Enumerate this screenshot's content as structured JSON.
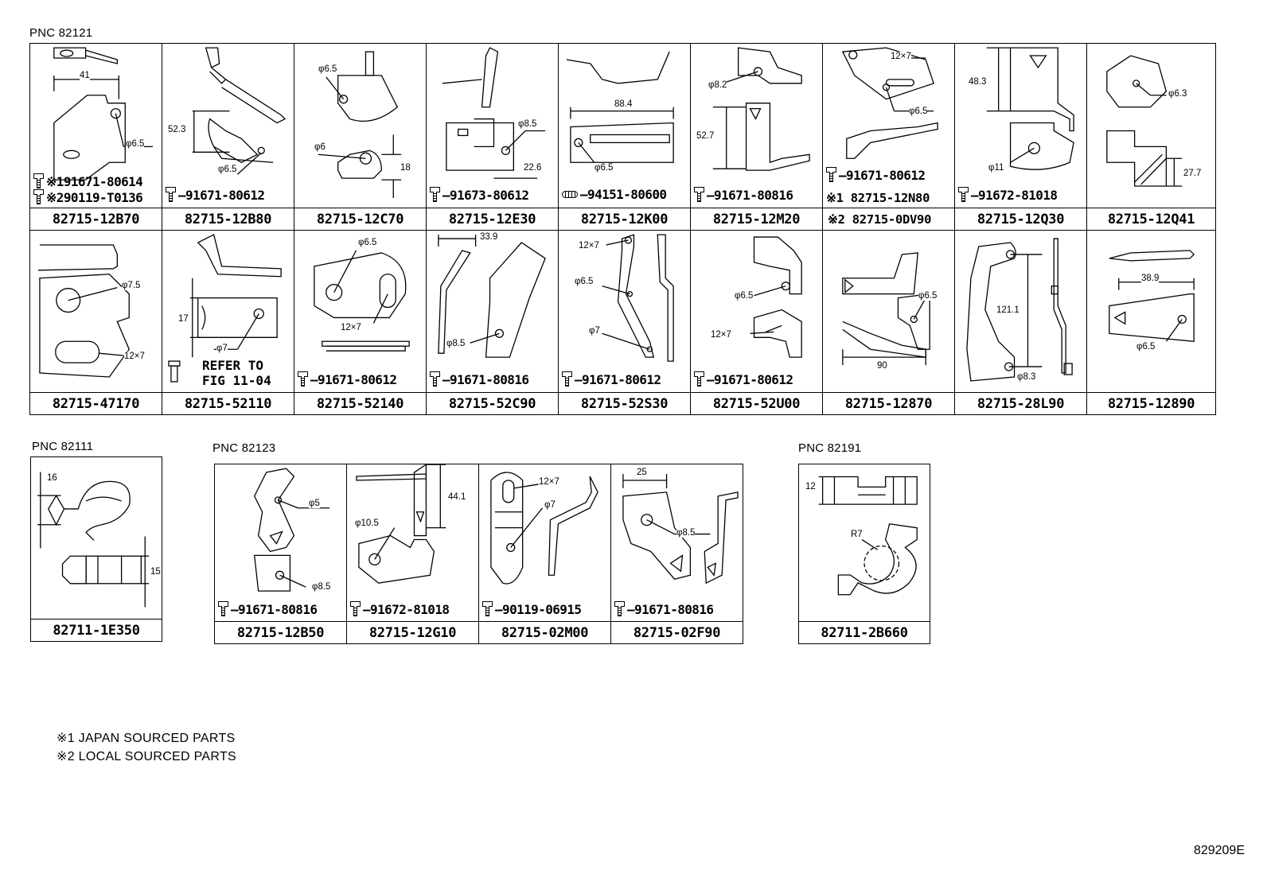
{
  "sections": {
    "pnc_82121": "PNC 82121",
    "pnc_82111": "PNC 82111",
    "pnc_82123": "PNC 82123",
    "pnc_82191": "PNC 82191"
  },
  "row1": [
    {
      "part": "82715-12B70",
      "bolt_lines": [
        "※191671-80614",
        "※290119-T0136"
      ],
      "dims": [
        "41",
        "φ6.5"
      ]
    },
    {
      "part": "82715-12B80",
      "bolt_lines": [
        "91671-80612"
      ],
      "dims": [
        "52.3",
        "φ6.5"
      ]
    },
    {
      "part": "82715-12C70",
      "bolt_lines": [],
      "dims": [
        "φ6.5",
        "φ6",
        "18"
      ]
    },
    {
      "part": "82715-12E30",
      "bolt_lines": [
        "91673-80612"
      ],
      "dims": [
        "φ8.5",
        "22.6"
      ]
    },
    {
      "part": "82715-12K00",
      "bolt_lines": [
        "94151-80600"
      ],
      "dims": [
        "88.4",
        "φ6.5"
      ]
    },
    {
      "part": "82715-12M20",
      "bolt_lines": [
        "91671-80816"
      ],
      "dims": [
        "φ8.2",
        "52.7"
      ]
    },
    {
      "part": "※1 82715-12N80",
      "part2": "※2 82715-0DV90",
      "bolt_lines": [
        "91671-80612"
      ],
      "dims": [
        "12×7",
        "φ6.5"
      ]
    },
    {
      "part": "82715-12Q30",
      "bolt_lines": [
        "91672-81018"
      ],
      "dims": [
        "48.3",
        "φ11"
      ]
    },
    {
      "part": "82715-12Q41",
      "bolt_lines": [],
      "dims": [
        "φ6.3",
        "27.7"
      ]
    }
  ],
  "row2": [
    {
      "part": "82715-47170",
      "bolt_lines": [],
      "dims": [
        "φ7.5",
        "12×7"
      ]
    },
    {
      "part": "82715-52110",
      "refer": [
        "REFER TO",
        "FIG 11-04"
      ],
      "bolt_lines": [],
      "dims": [
        "17",
        "φ7"
      ]
    },
    {
      "part": "82715-52140",
      "bolt_lines": [
        "91671-80612"
      ],
      "dims": [
        "φ6.5",
        "12×7"
      ]
    },
    {
      "part": "82715-52C90",
      "bolt_lines": [
        "91671-80816"
      ],
      "dims": [
        "33.9",
        "φ8.5"
      ]
    },
    {
      "part": "82715-52S30",
      "bolt_lines": [
        "91671-80612"
      ],
      "dims": [
        "12×7",
        "φ6.5",
        "φ7"
      ]
    },
    {
      "part": "82715-52U00",
      "bolt_lines": [
        "91671-80612"
      ],
      "dims": [
        "φ6.5",
        "12×7"
      ]
    },
    {
      "part": "82715-12870",
      "bolt_lines": [],
      "dims": [
        "φ6.5",
        "90"
      ]
    },
    {
      "part": "82715-28L90",
      "bolt_lines": [],
      "dims": [
        "121.1",
        "φ8.3"
      ]
    },
    {
      "part": "82715-12890",
      "bolt_lines": [],
      "dims": [
        "38.9",
        "φ6.5"
      ]
    }
  ],
  "pnc82111": {
    "part": "82711-1E350",
    "dims": [
      "16",
      "15"
    ]
  },
  "pnc82123": [
    {
      "part": "82715-12B50",
      "bolt": "91671-80816",
      "dims": [
        "φ5",
        "φ8.5"
      ]
    },
    {
      "part": "82715-12G10",
      "bolt": "91672-81018",
      "dims": [
        "44.1",
        "φ10.5"
      ]
    },
    {
      "part": "82715-02M00",
      "bolt": "90119-06915",
      "dims": [
        "12×7",
        "φ7"
      ]
    },
    {
      "part": "82715-02F90",
      "bolt": "91671-80816",
      "dims": [
        "25",
        "φ8.5"
      ]
    }
  ],
  "pnc82191": {
    "part": "82711-2B660",
    "dims": [
      "12",
      "R7"
    ]
  },
  "notes": [
    "※1 JAPAN SOURCED PARTS",
    "※2 LOCAL SOURCED PARTS"
  ],
  "figure_code": "829209E"
}
